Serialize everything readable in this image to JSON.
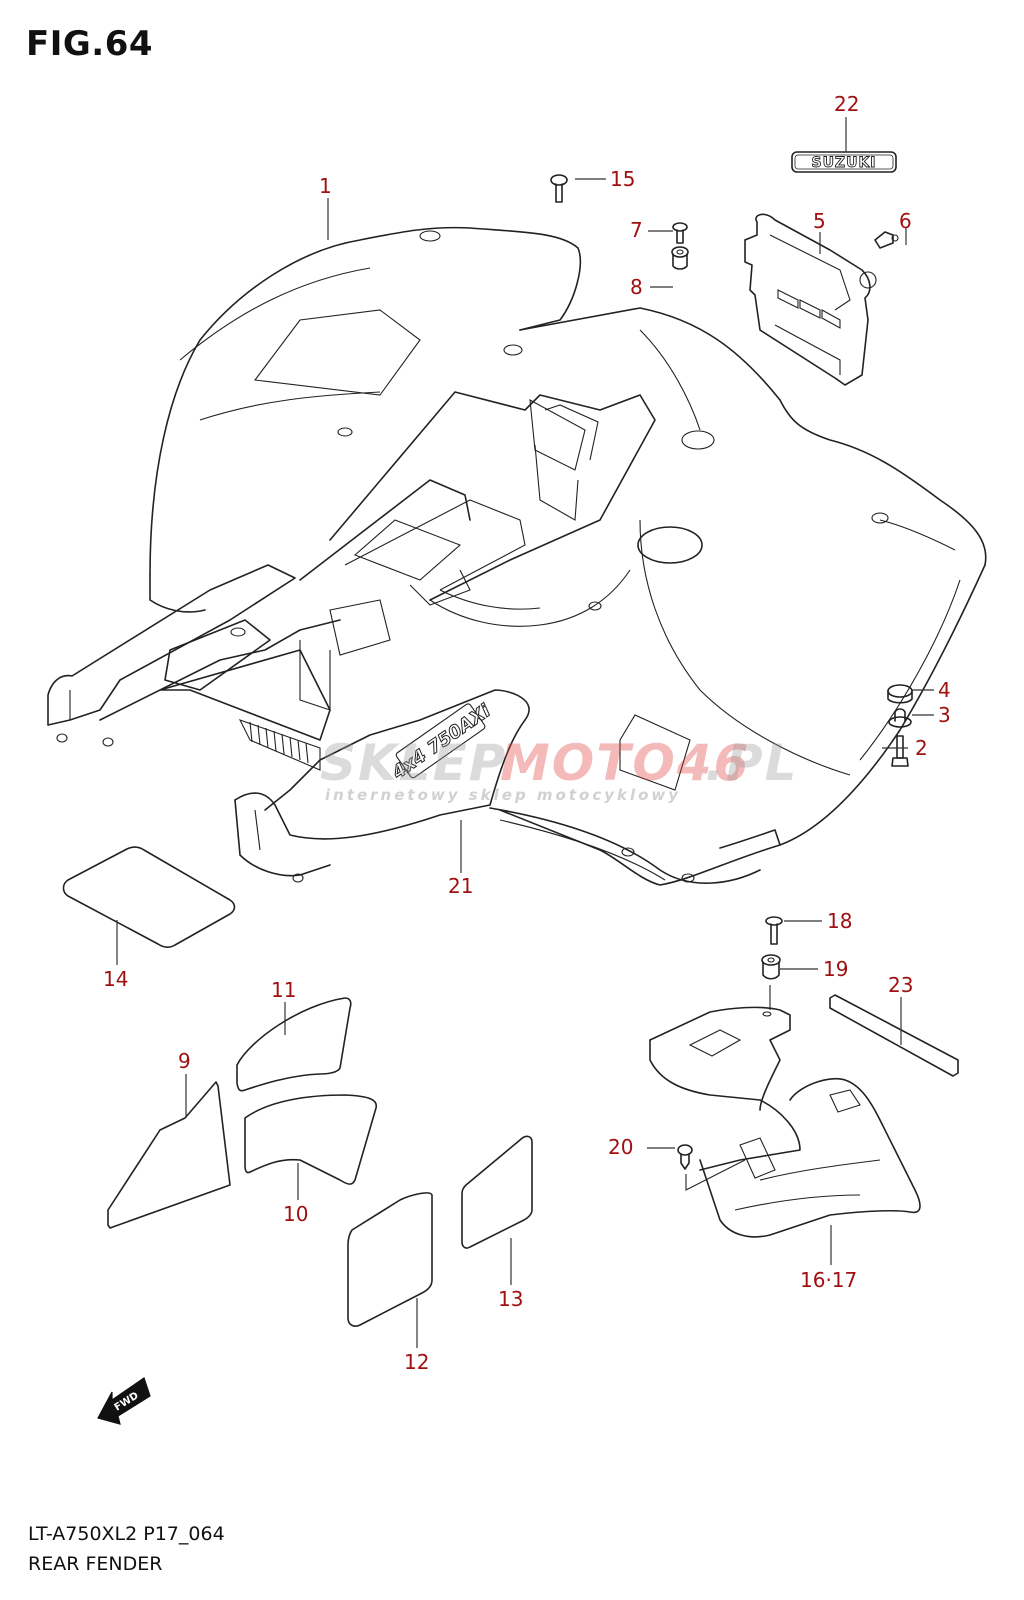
{
  "figure": {
    "title": "FIG.64",
    "model_code": "LT-A750XL2 P17_064",
    "section_name": "REAR FENDER"
  },
  "badges": {
    "suzuki_emblem_text": "SUZUKI",
    "fwd_arrow_text": "FWD",
    "decal_4x4_text": "4x4 750AXi"
  },
  "watermark": {
    "part1": "SKLEP",
    "part2": "MOTO46",
    "part3": ".PL",
    "tagline": "internetowy sklep motocyklowy"
  },
  "callouts": [
    {
      "id": "1",
      "label": "1",
      "part": "rear fender"
    },
    {
      "id": "2",
      "label": "2",
      "part": "bolt"
    },
    {
      "id": "3",
      "label": "3",
      "part": "collar"
    },
    {
      "id": "4",
      "label": "4",
      "part": "cushion"
    },
    {
      "id": "5",
      "label": "5",
      "part": "bracket"
    },
    {
      "id": "6",
      "label": "6",
      "part": "clip"
    },
    {
      "id": "7",
      "label": "7",
      "part": "screw"
    },
    {
      "id": "8",
      "label": "8",
      "part": "nut"
    },
    {
      "id": "9",
      "label": "9",
      "part": "sticker"
    },
    {
      "id": "10",
      "label": "10",
      "part": "sticker"
    },
    {
      "id": "11",
      "label": "11",
      "part": "sticker"
    },
    {
      "id": "12",
      "label": "12",
      "part": "sticker"
    },
    {
      "id": "13",
      "label": "13",
      "part": "sticker"
    },
    {
      "id": "14",
      "label": "14",
      "part": "sticker"
    },
    {
      "id": "15",
      "label": "15",
      "part": "bolt"
    },
    {
      "id": "16-17",
      "label": "16·17",
      "part": "mud flap"
    },
    {
      "id": "18",
      "label": "18",
      "part": "screw"
    },
    {
      "id": "19",
      "label": "19",
      "part": "nut"
    },
    {
      "id": "20",
      "label": "20",
      "part": "clip"
    },
    {
      "id": "21",
      "label": "21",
      "part": "decal"
    },
    {
      "id": "22",
      "label": "22",
      "part": "emblem"
    },
    {
      "id": "23",
      "label": "23",
      "part": "seal"
    }
  ],
  "colors": {
    "callout_text": "#a01010",
    "line_art": "#222222",
    "background": "#ffffff"
  }
}
